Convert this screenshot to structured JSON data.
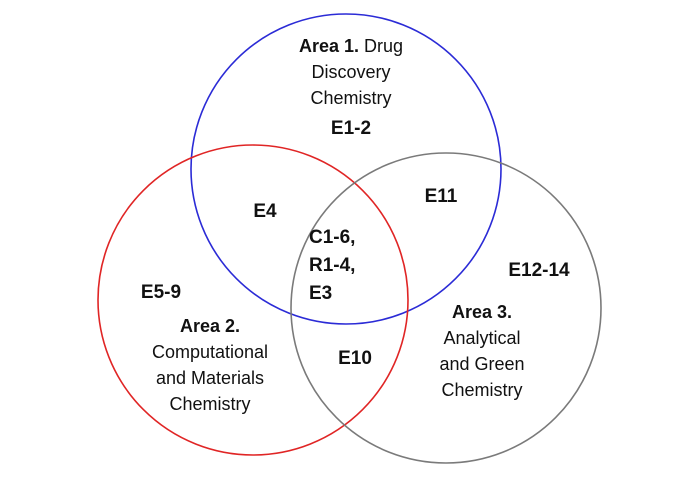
{
  "circles": [
    {
      "name": "area-1",
      "color": "#2b2bd6"
    },
    {
      "name": "area-2",
      "color": "#e02525"
    },
    {
      "name": "area-3",
      "color": "#7a7a7a"
    }
  ],
  "area1": {
    "bold": "Area 1.",
    "line1_rest": " Drug",
    "line2": "Discovery",
    "line3": "Chemistry",
    "code": "E1-2"
  },
  "area2": {
    "title": "Area 2.",
    "line2": "Computational",
    "line3": "and Materials",
    "line4": "Chemistry",
    "code": "E5-9"
  },
  "area3": {
    "title": "Area 3.",
    "line2": "Analytical",
    "line3": "and Green",
    "line4": "Chemistry",
    "code": "E12-14"
  },
  "overlaps": {
    "area1_area2": "E4",
    "area1_area3": "E11",
    "area2_area3": "E10",
    "center": [
      "C1-6,",
      "R1-4,",
      "E3"
    ]
  }
}
